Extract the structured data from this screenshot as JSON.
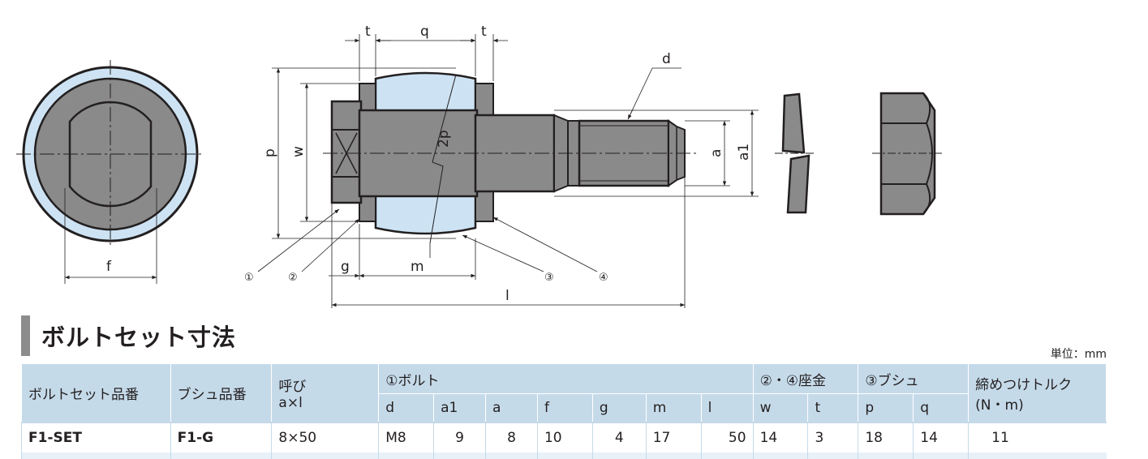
{
  "drawing": {
    "dimension_labels": {
      "t_left": "t",
      "q": "q",
      "t_right": "t",
      "d": "d",
      "p": "p",
      "w": "w",
      "two_p": "2p",
      "a": "a",
      "a1": "a1",
      "f": "f",
      "g": "g",
      "m": "m",
      "l": "l"
    },
    "callouts": [
      "①",
      "②",
      "③",
      "④"
    ]
  },
  "section": {
    "title": "ボルトセット寸法",
    "unit": "単位：mm"
  },
  "table": {
    "headers": {
      "set_no": "ボルトセット品番",
      "bush_no": "ブシュ品番",
      "size": "呼び\na×l",
      "bolt": "①ボルト",
      "washer": "②・④座金",
      "bush": "③ブシュ",
      "torque": "締めつけトルク\n(N・m)"
    },
    "sub_headers": [
      "d",
      "a1",
      "a",
      "f",
      "g",
      "m",
      "l",
      "w",
      "t",
      "p",
      "q"
    ],
    "rows": [
      {
        "set_no": "F1-SET",
        "bush_no": "F1-G",
        "size": "8×50",
        "d": "M8",
        "a1": "9",
        "a": "8",
        "f": "10",
        "g": "4",
        "m": "17",
        "l": "50",
        "w": "14",
        "t": "3",
        "p": "18",
        "q": "14",
        "torque": "11"
      }
    ]
  },
  "colors": {
    "bush_blue": "#cde3f3",
    "steel_gray": "#8a8a8a",
    "header_blue": "#c5dae9",
    "title_bar": "#8c8c8c"
  }
}
